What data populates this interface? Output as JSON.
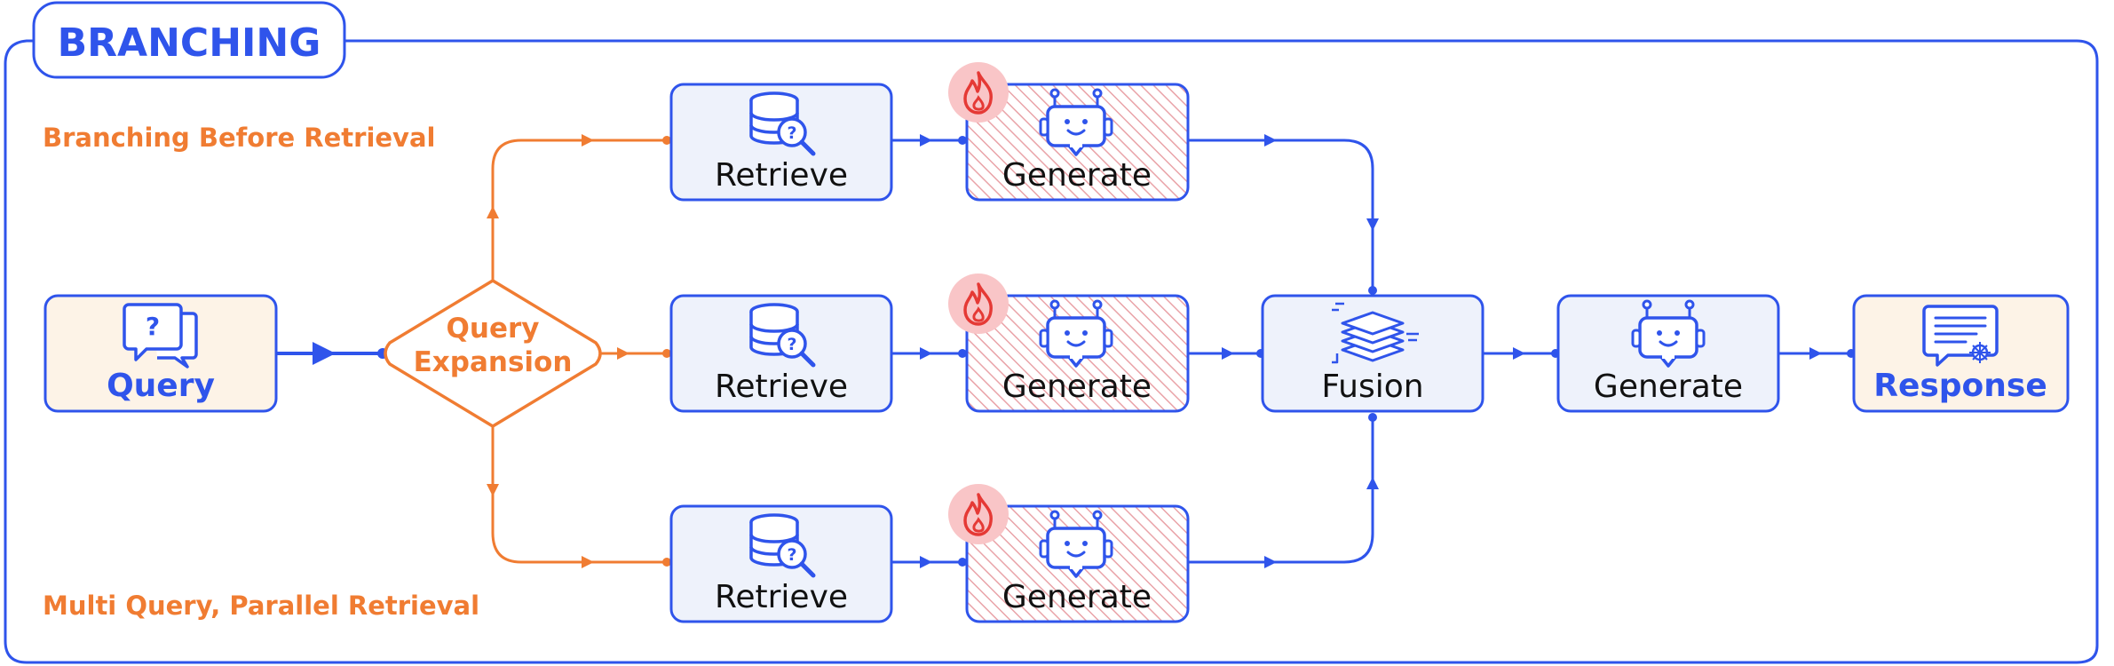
{
  "diagram": {
    "title": "BRANCHING",
    "annotations": {
      "top": "Branching Before Retrieval",
      "bottom": "Multi Query, Parallel Retrieval"
    },
    "nodes": {
      "query": "Query",
      "expansion_line1": "Query",
      "expansion_line2": "Expansion",
      "retrieve_top": "Retrieve",
      "retrieve_mid": "Retrieve",
      "retrieve_bot": "Retrieve",
      "generate_top": "Generate",
      "generate_mid": "Generate",
      "generate_bot": "Generate",
      "fusion": "Fusion",
      "generate_final": "Generate",
      "response": "Response"
    },
    "icons": {
      "query": "chat-question-icon",
      "retrieve": "database-search-icon",
      "generate": "robot-chat-icon",
      "trainable": "fire-icon",
      "fusion": "layers-icon",
      "response": "document-chat-icon"
    },
    "colors": {
      "primary_blue": "#2f54eb",
      "orange": "#f07c32",
      "node_fill_blue": "#eef2fb",
      "node_fill_cream": "#fdf3e7",
      "hatch_red": "#e9a3a8",
      "fire_badge": "#f9c5c7",
      "fire_icon": "#e53935"
    }
  }
}
